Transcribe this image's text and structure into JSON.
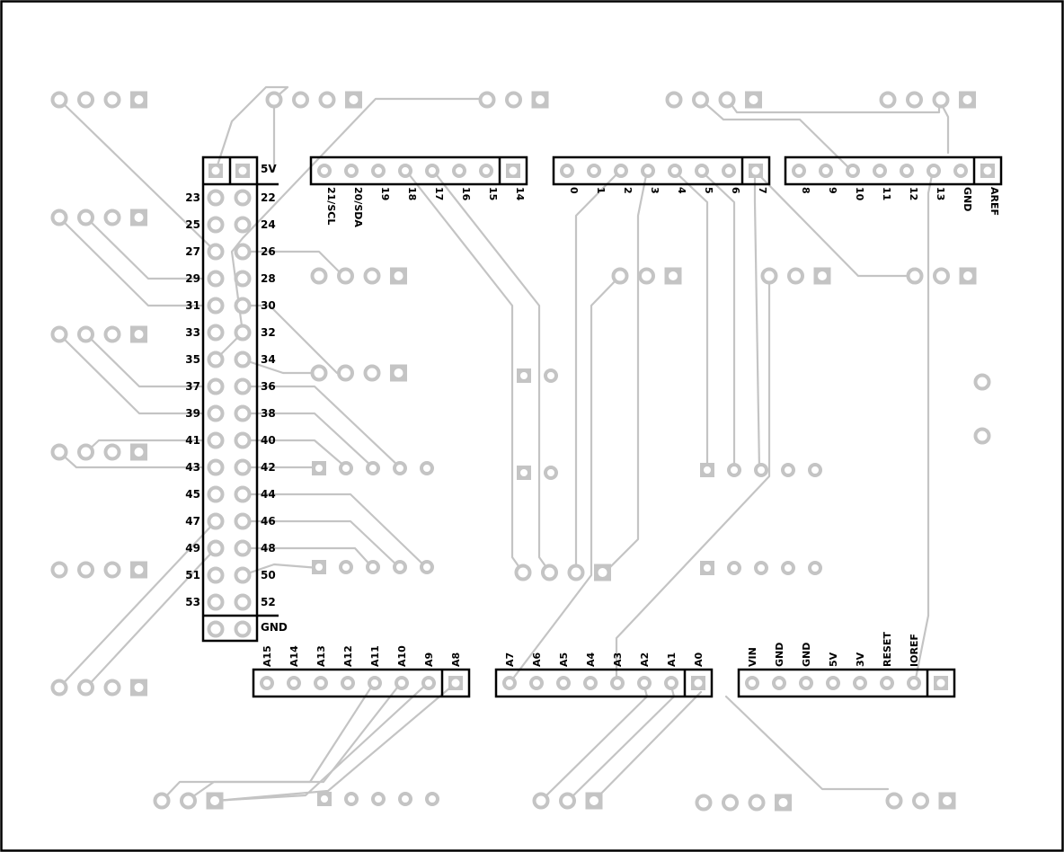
{
  "mega_left_labels": [
    "23",
    "25",
    "27",
    "29",
    "31",
    "33",
    "35",
    "37",
    "39",
    "41",
    "43",
    "45",
    "47",
    "49",
    "51",
    "53"
  ],
  "mega_right_labels": [
    "22",
    "24",
    "26",
    "28",
    "30",
    "32",
    "34",
    "36",
    "38",
    "40",
    "42",
    "44",
    "46",
    "48",
    "50",
    "52"
  ],
  "mega_5v": "5V",
  "mega_gnd": "GND",
  "hdr_comm": [
    "21/SCL",
    "20/SDA",
    "19",
    "18",
    "17",
    "16",
    "15",
    "14"
  ],
  "hdr_digital_low": [
    "0",
    "1",
    "2",
    "3",
    "4",
    "5",
    "6",
    "7"
  ],
  "hdr_digital_high": [
    "8",
    "9",
    "10",
    "11",
    "12",
    "13",
    "GND",
    "AREF"
  ],
  "hdr_analog_high": [
    "A15",
    "A14",
    "A13",
    "A12",
    "A11",
    "A10",
    "A9",
    "A8"
  ],
  "hdr_analog_low": [
    "A7",
    "A6",
    "A5",
    "A4",
    "A3",
    "A2",
    "A1",
    "A0"
  ],
  "hdr_power": [
    "VIN",
    "GND",
    "GND",
    "5V",
    "3V",
    "RESET",
    "IOREF"
  ],
  "colors": {
    "trace": "#c4c4c4",
    "outline": "#000000",
    "background": "#ffffff"
  }
}
